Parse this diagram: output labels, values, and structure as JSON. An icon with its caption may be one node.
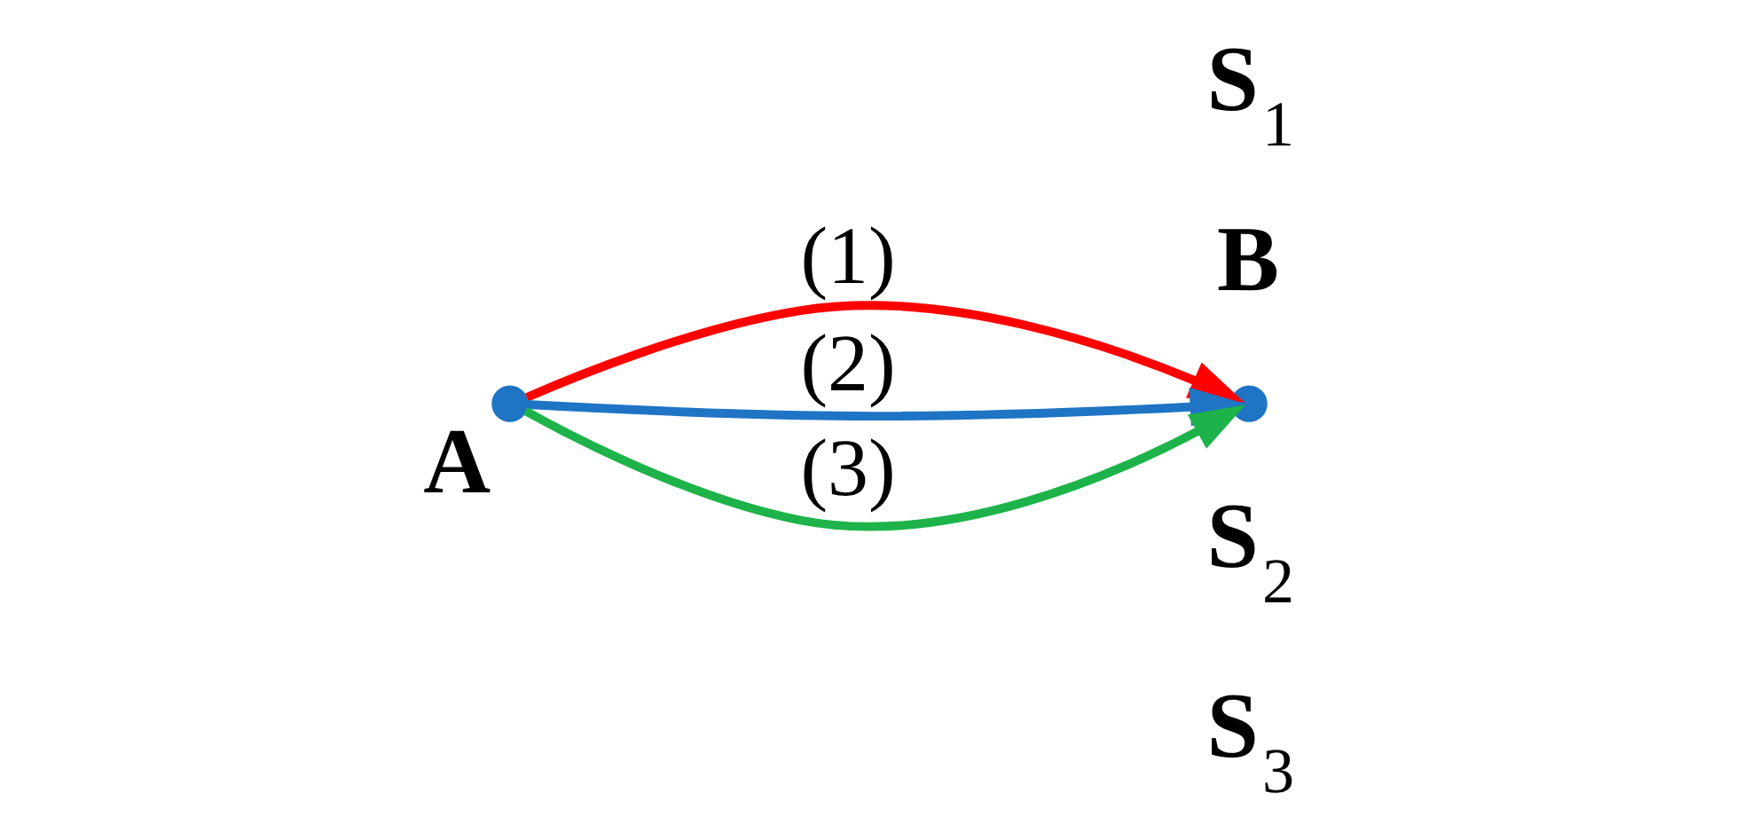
{
  "diagram": {
    "nodes": [
      {
        "text": [],
        "shape": "circle",
        "beside": [
          "A"
        ]
      },
      {
        "text": [],
        "shape": "circle",
        "beside": [
          "B"
        ]
      }
    ],
    "edges": [
      {
        "from": 0,
        "to": 1,
        "arrow": "to",
        "label": "(1)",
        "color": "#ff0000"
      },
      {
        "from": 0,
        "to": 1,
        "arrow": "to",
        "label": "(2)",
        "color": "#1f74c4"
      },
      {
        "from": 0,
        "to": 1,
        "arrow": "to",
        "label": "(3)",
        "color": "#1db34a"
      }
    ],
    "labels": [
      "S$_{1}$",
      "S$_{2}$",
      "S$_{3}$"
    ]
  }
}
